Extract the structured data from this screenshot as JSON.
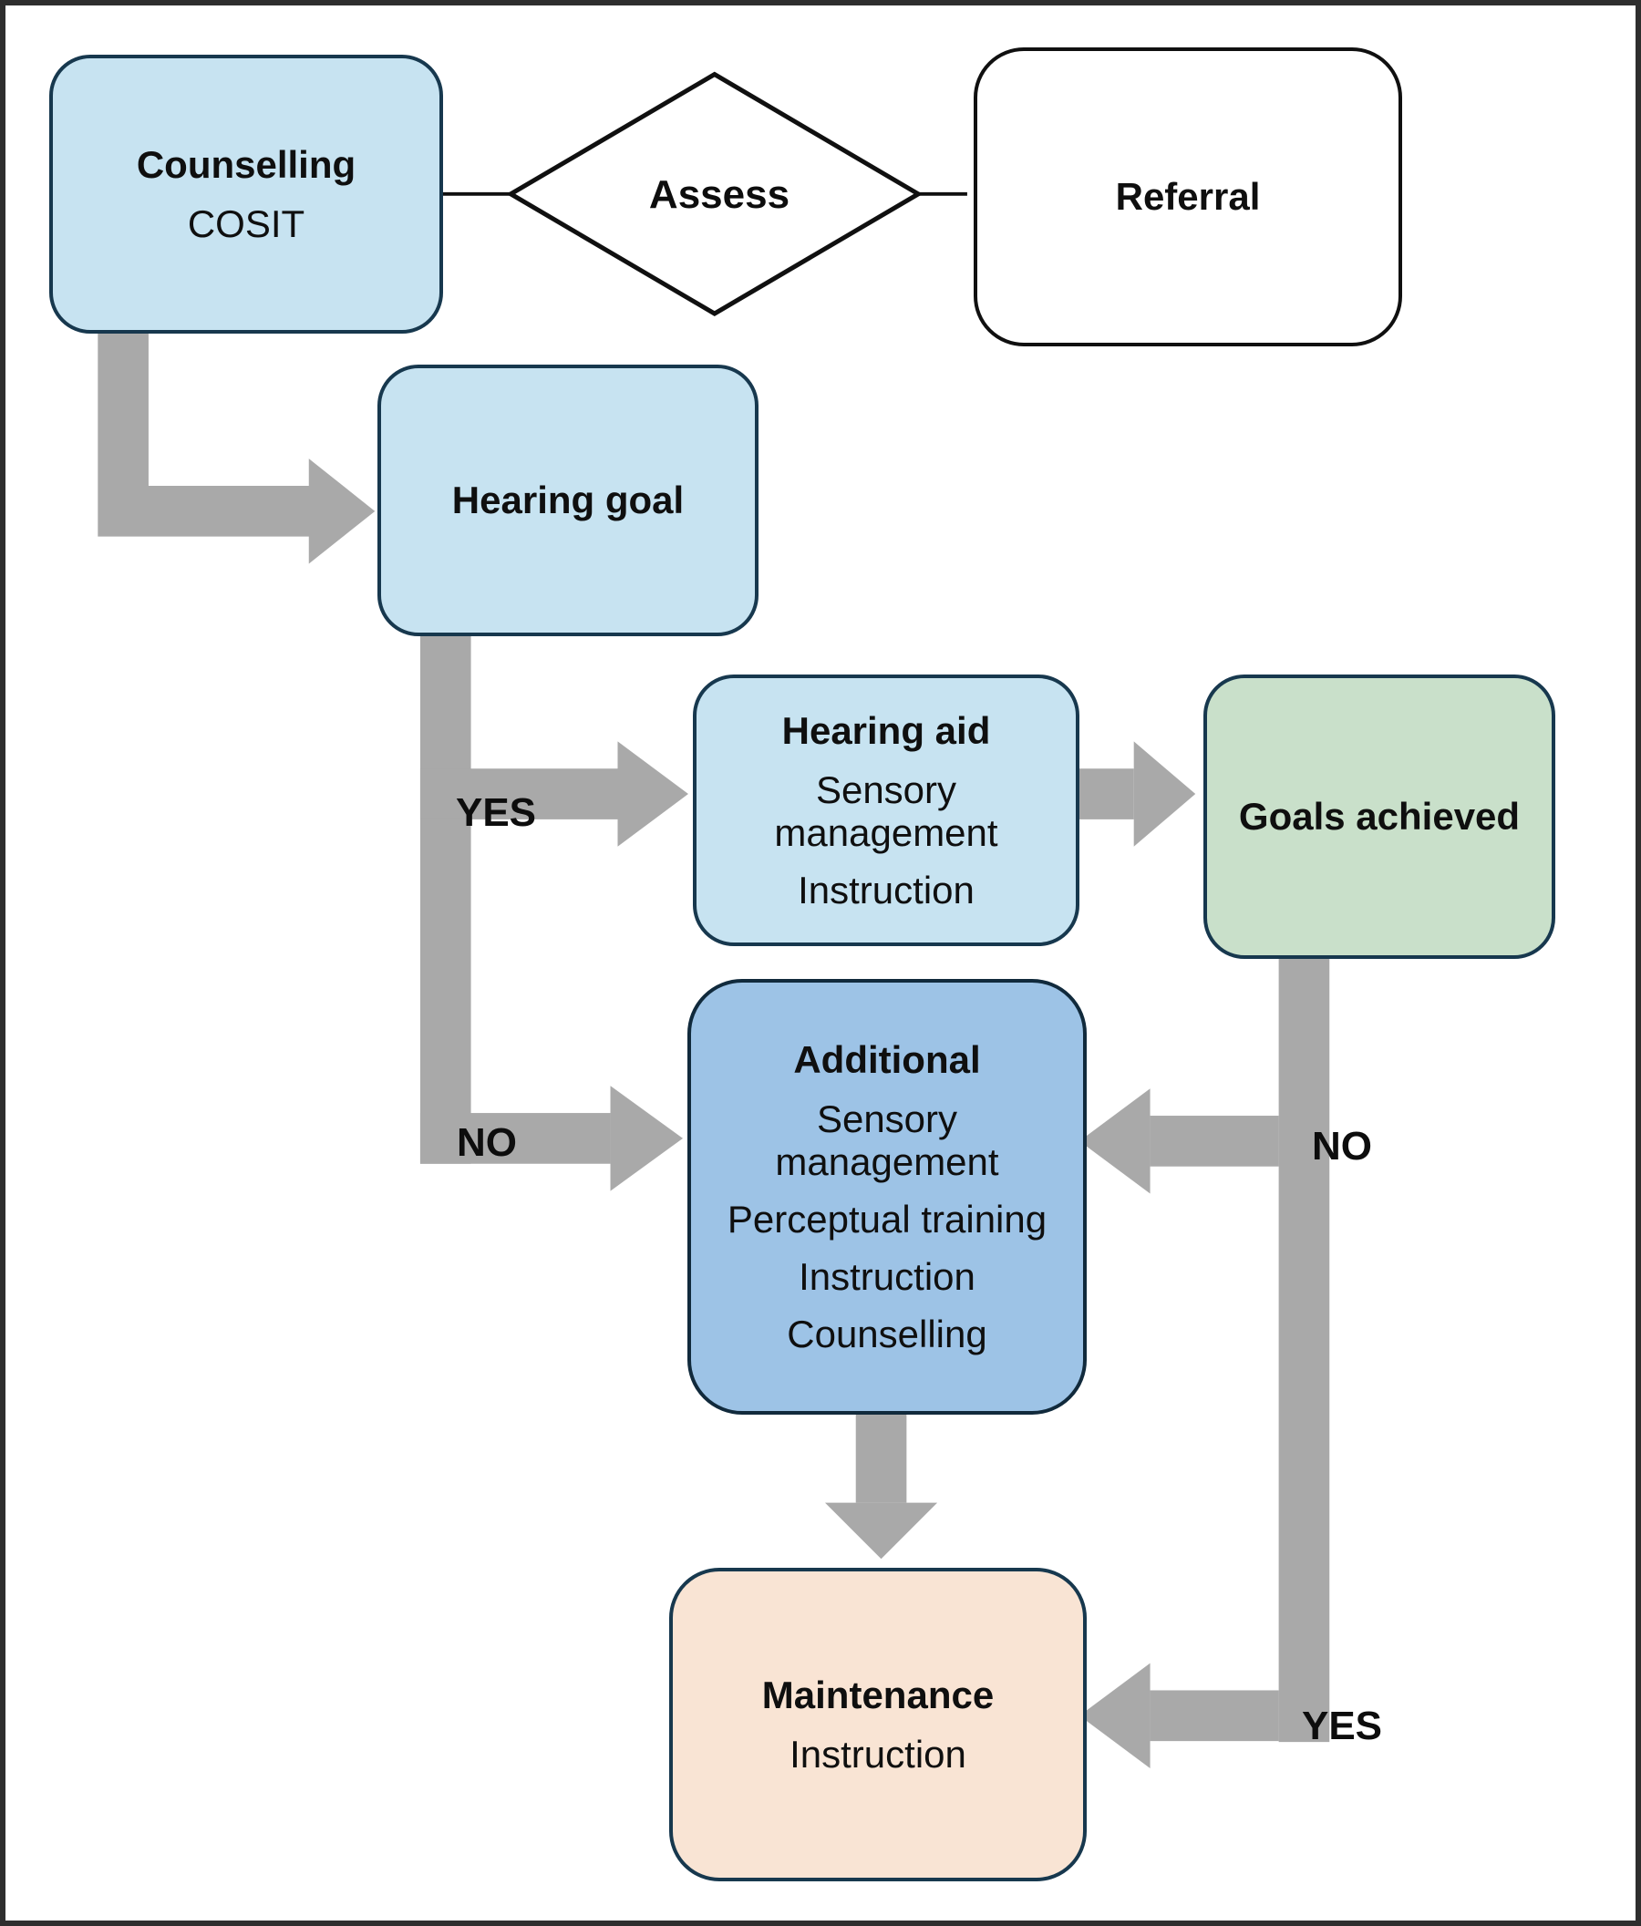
{
  "diagram": {
    "nodes": {
      "counselling": {
        "title": "Counselling",
        "items": [
          "COSIT"
        ]
      },
      "assess": {
        "title": "Assess"
      },
      "referral": {
        "title": "Referral"
      },
      "hearing_goal": {
        "title": "Hearing goal",
        "items": []
      },
      "hearing_aid": {
        "title": "Hearing aid",
        "items": [
          "Sensory management",
          "Instruction"
        ]
      },
      "goals_achieved": {
        "title": "Goals achieved",
        "items": []
      },
      "additional": {
        "title": "Additional",
        "items": [
          "Sensory management",
          "Perceptual training",
          "Instruction",
          "Counselling"
        ]
      },
      "maintenance": {
        "title": "Maintenance",
        "items": [
          "Instruction"
        ]
      }
    },
    "labels": {
      "yes_left": "YES",
      "no_left": "NO",
      "no_right": "NO",
      "yes_right": "YES"
    },
    "colors": {
      "light_blue_fill": "#c7e3f1",
      "medium_blue_fill": "#9dc3e6",
      "green_fill": "#c9e0ca",
      "peach_fill": "#f9e4d4",
      "white_fill": "#ffffff",
      "arrow_gray": "#a9a9a9",
      "box_border_dark": "#17384e",
      "line_black": "#101010"
    }
  }
}
